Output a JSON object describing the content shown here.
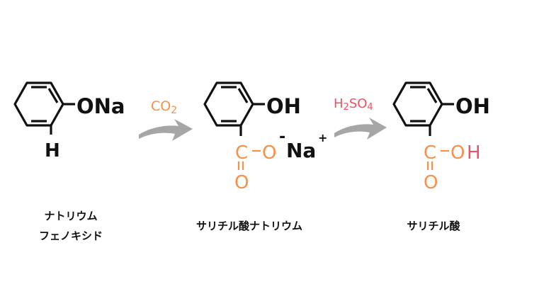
{
  "colors": {
    "orange": "#f7904a",
    "red": "#f0505f",
    "arrow": "#a6a6a6",
    "black": "#111111"
  },
  "reactant": {
    "substituent": "ONa",
    "h": "H",
    "name_line1": "ナトリウム",
    "name_line2": "フェノキシド"
  },
  "step1": {
    "reagent": "CO",
    "reagent_sub": "2"
  },
  "intermediate": {
    "oh": "OH",
    "c": "C",
    "dash": "–",
    "o_single": "O",
    "charge_minus": "-",
    "na": "Na",
    "charge_plus": "+",
    "o_double": "O",
    "name": "サリチル酸ナトリウム"
  },
  "step2": {
    "reagent_h": "H",
    "reagent_sub1": "2",
    "reagent_so": "SO",
    "reagent_sub2": "4"
  },
  "product": {
    "oh": "OH",
    "c": "C",
    "dash": "–",
    "o_single": "O",
    "h": "H",
    "o_double": "O",
    "name": "サリチル酸"
  }
}
